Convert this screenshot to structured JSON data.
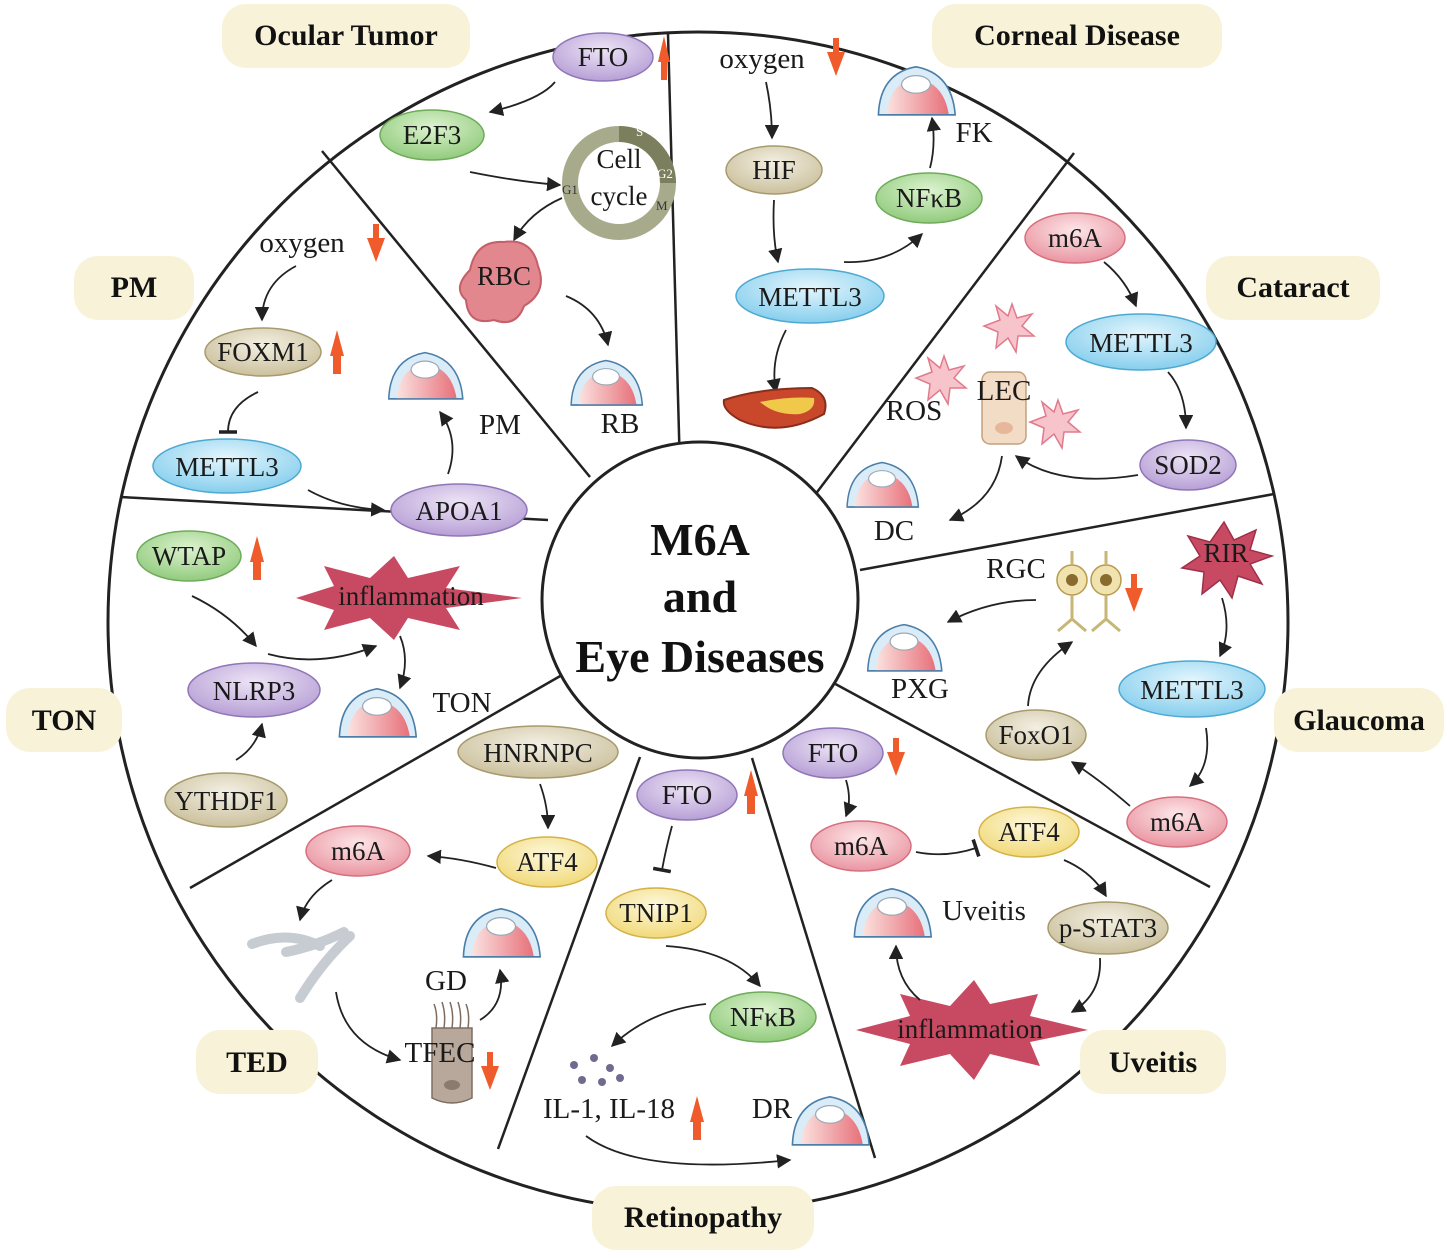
{
  "center": {
    "line1": "M6A",
    "line2": "and",
    "line3": "Eye Diseases"
  },
  "badges": {
    "ocular_tumor": "Ocular Tumor",
    "corneal_disease": "Corneal Disease",
    "pm": "PM",
    "cataract": "Cataract",
    "ton": "TON",
    "glaucoma": "Glaucoma",
    "ted": "TED",
    "uveitis": "Uveitis",
    "retinopathy": "Retinopathy"
  },
  "ocular_tumor": {
    "fto": "FTO",
    "e2f3": "E2F3",
    "cell": "Cell",
    "cycle": "cycle",
    "s": "S",
    "g1": "G1",
    "g2": "G2",
    "m": "M",
    "rbc": "RBC",
    "rb": "RB"
  },
  "corneal": {
    "oxygen": "oxygen",
    "hif": "HIF",
    "mettl3": "METTL3",
    "nfkb": "NFκB",
    "fk": "FK"
  },
  "cataract": {
    "m6a": "m6A",
    "mettl3": "METTL3",
    "sod2": "SOD2",
    "ros": "ROS",
    "lec": "LEC",
    "dc": "DC"
  },
  "pm": {
    "oxygen": "oxygen",
    "foxm1": "FOXM1",
    "mettl3": "METTL3",
    "apoa1": "APOA1",
    "pm": "PM"
  },
  "glaucoma": {
    "rir": "RIR",
    "rgc": "RGC",
    "mettl3": "METTL3",
    "m6a": "m6A",
    "foxo1": "FoxO1",
    "pxg": "PXG"
  },
  "ton": {
    "wtap": "WTAP",
    "inflammation": "inflammation",
    "nlrp3": "NLRP3",
    "ythdf1": "YTHDF1",
    "ton": "TON"
  },
  "uveitis": {
    "fto": "FTO",
    "m6a": "m6A",
    "atf4": "ATF4",
    "pstat3": "p-STAT3",
    "uveitis": "Uveitis",
    "inflammation": "inflammation"
  },
  "retinopathy": {
    "fto": "FTO",
    "tnip1": "TNIP1",
    "nfkb": "NFκB",
    "il": "IL-1, IL-18",
    "dr": "DR"
  },
  "ted": {
    "hnrnpc": "HNRNPC",
    "atf4": "ATF4",
    "m6a": "m6A",
    "gd": "GD",
    "tfec": "TFEC"
  },
  "colors": {
    "purple": "#cdbde3",
    "green": "#b6e0a0",
    "blue": "#b8e5f6",
    "tan": "#e3dcc3",
    "pink": "#f6c2c8",
    "yellow": "#f8edab",
    "badge": "#f8f3d8",
    "arrow": "#ef5b2a"
  }
}
